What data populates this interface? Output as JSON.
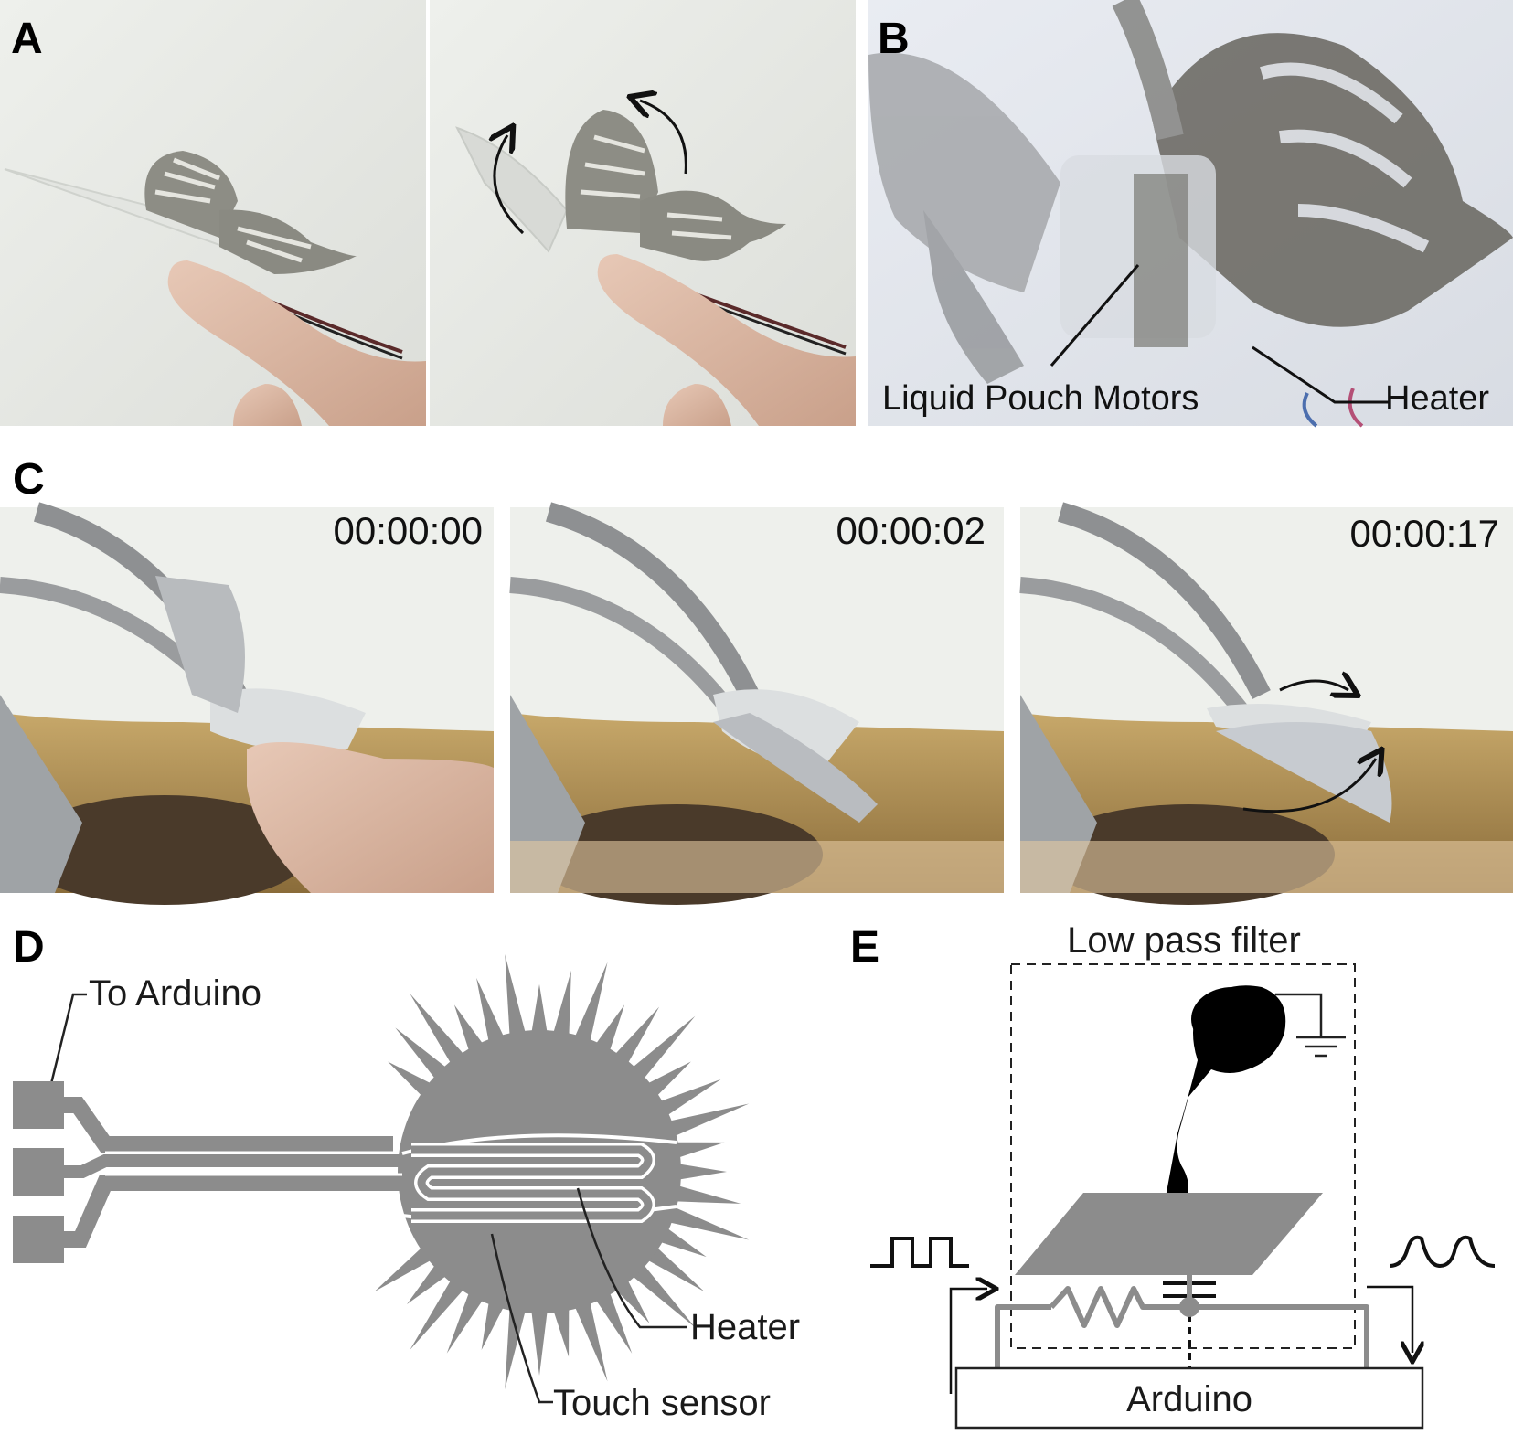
{
  "panels": {
    "a": {
      "label": "A"
    },
    "b": {
      "label": "B",
      "pouch_label": "Liquid Pouch Motors",
      "heater_label": "Heater"
    },
    "c": {
      "label": "C",
      "times": [
        "00:00:00",
        "00:00:02",
        "00:00:17"
      ]
    },
    "d": {
      "label": "D",
      "arduino_label": "To Arduino",
      "heater_label": "Heater",
      "touch_label": "Touch sensor"
    },
    "e": {
      "label": "E",
      "filter_label": "Low pass filter",
      "board_label": "Arduino"
    }
  },
  "colors": {
    "trace": "#8c8c8c",
    "ink": "#111111",
    "photo_bg": "#e9ebe6"
  }
}
